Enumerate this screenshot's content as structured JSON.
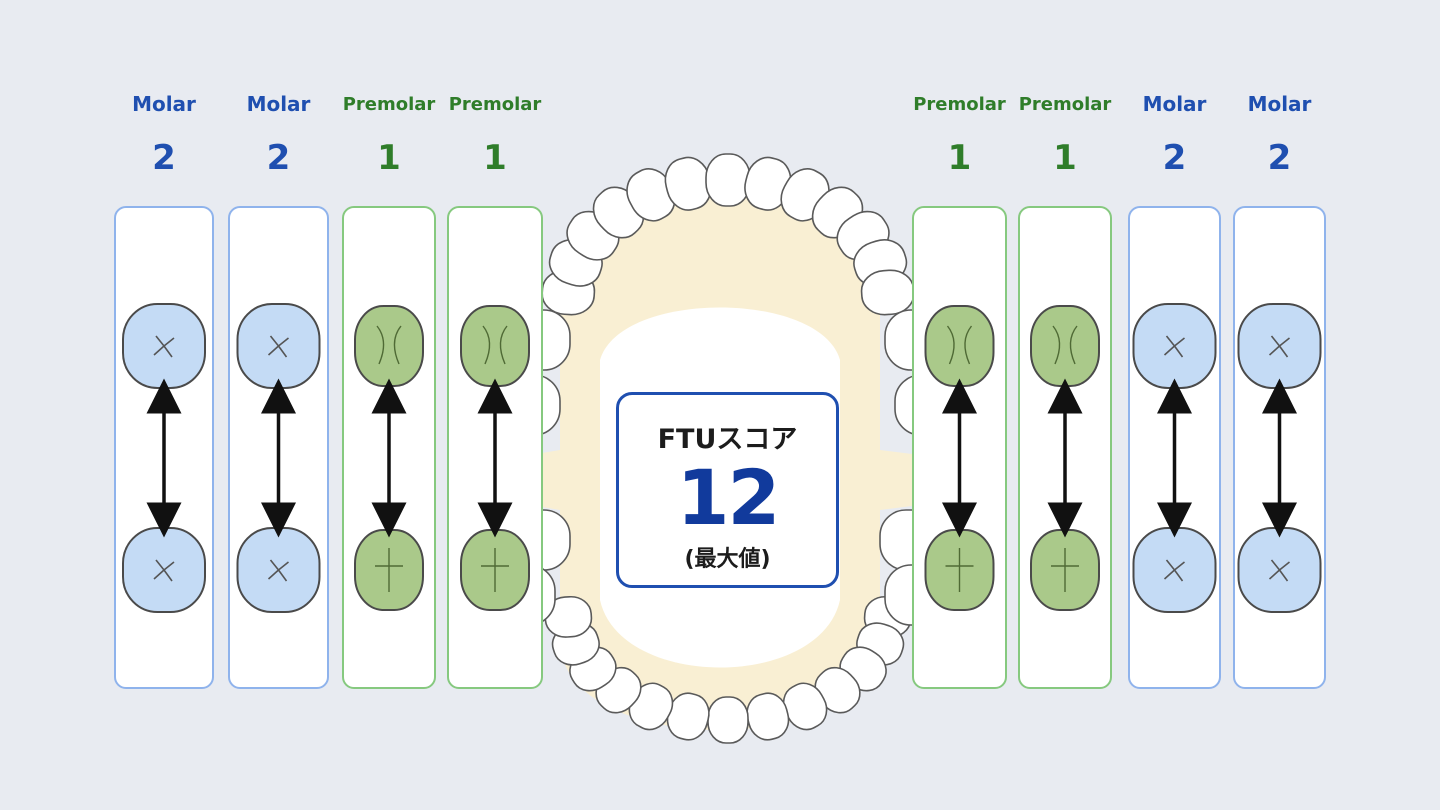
{
  "columns": [
    {
      "label": "Molar",
      "value": "2",
      "kind": "molar"
    },
    {
      "label": "Molar",
      "value": "2",
      "kind": "molar"
    },
    {
      "label": "Premolar",
      "value": "1",
      "kind": "premolar"
    },
    {
      "label": "Premolar",
      "value": "1",
      "kind": "premolar"
    },
    {
      "label": "Premolar",
      "value": "1",
      "kind": "premolar"
    },
    {
      "label": "Premolar",
      "value": "1",
      "kind": "premolar"
    },
    {
      "label": "Molar",
      "value": "2",
      "kind": "molar"
    },
    {
      "label": "Molar",
      "value": "2",
      "kind": "molar"
    }
  ],
  "score": {
    "title": "FTUスコア",
    "value": "12",
    "note": "(最大値)"
  },
  "colors": {
    "molar_text": "#1f4fb0",
    "molar_border": "#8fb3ec",
    "molar_fill": "#c4dbf5",
    "premolar_text": "#2f7d2a",
    "premolar_border": "#86c97f",
    "premolar_fill": "#aac98a",
    "arch": "#fbefcf"
  }
}
